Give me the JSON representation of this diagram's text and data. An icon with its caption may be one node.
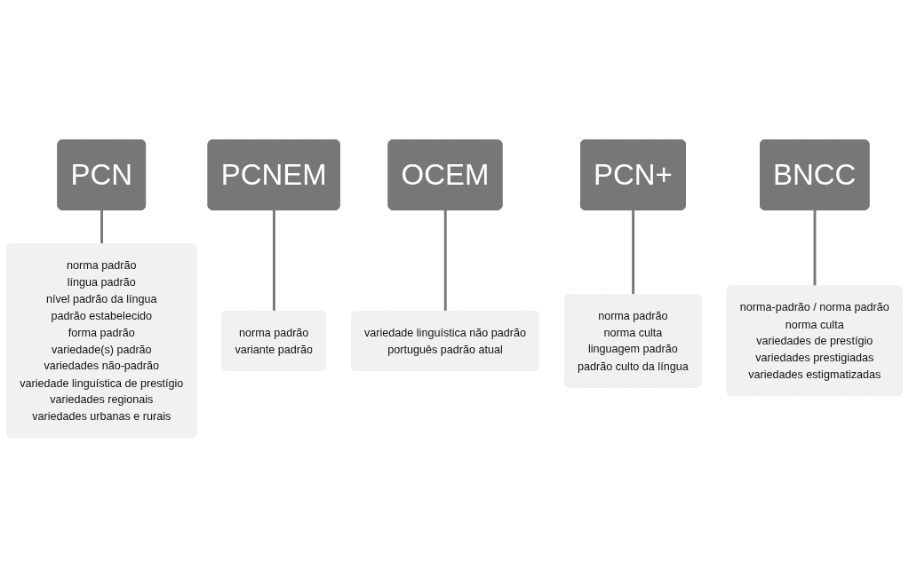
{
  "diagram": {
    "nodes": [
      {
        "text": [
          "PCN"
        ]
      },
      {
        "text": [
          "norma padrão",
          "língua padrão",
          "nível padrão da língua",
          "padrão estabelecido",
          "forma padrão",
          "variedade(s) padrão",
          "variedades não-padrão",
          "variedade linguística de prestígio",
          "variedades regionais",
          "variedades urbanas e rurais"
        ]
      },
      {
        "text": [
          "PCNEM"
        ]
      },
      {
        "text": [
          "norma padrão",
          "variante padrão"
        ]
      },
      {
        "text": [
          "OCEM"
        ]
      },
      {
        "text": [
          "variedade linguística não padrão",
          "português padrão atual"
        ]
      },
      {
        "text": [
          "PCN+"
        ]
      },
      {
        "text": [
          "norma padrão",
          "norma culta",
          "linguagem padrão",
          "padrão culto da língua"
        ]
      },
      {
        "text": [
          "BNCC"
        ]
      },
      {
        "text": [
          "norma-padrão / norma padrão",
          "norma culta",
          "variedades de prestígio",
          "variedades prestigiadas",
          "variedades estigmatizadas"
        ]
      }
    ],
    "edges": [
      {
        "from": 0,
        "to": 1,
        "arrow": "none"
      },
      {
        "from": 2,
        "to": 3,
        "arrow": "none"
      },
      {
        "from": 4,
        "to": 5,
        "arrow": "none"
      },
      {
        "from": 6,
        "to": 7,
        "arrow": "none"
      },
      {
        "from": 8,
        "to": 9,
        "arrow": "none"
      }
    ]
  }
}
